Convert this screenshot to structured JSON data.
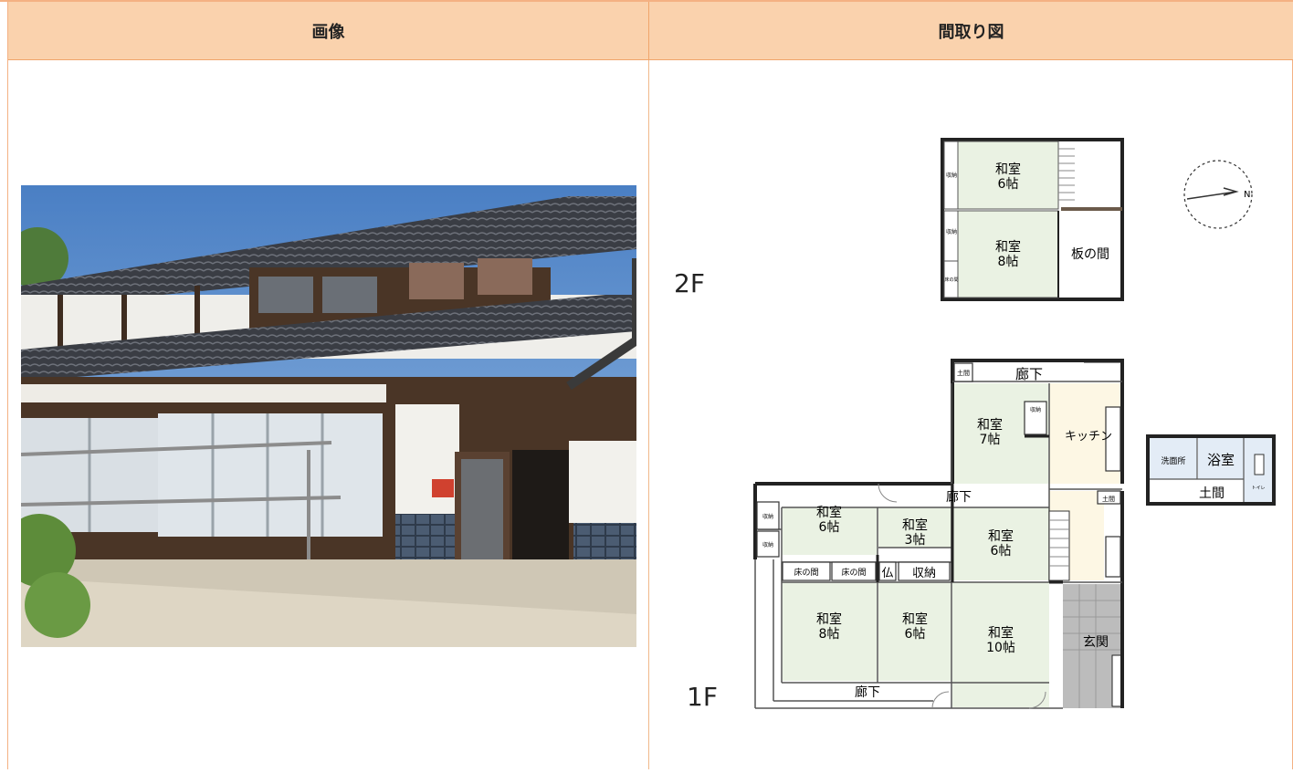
{
  "header": {
    "image_label": "画像",
    "floorplan_label": "間取り図"
  },
  "floorplan": {
    "floor2": {
      "label": "2F",
      "rooms": [
        {
          "name": "和室",
          "size": "6帖"
        },
        {
          "name": "和室",
          "size": "8帖"
        },
        {
          "name": "板の間"
        },
        {
          "name": "収納"
        },
        {
          "name": "収納"
        },
        {
          "name": "床の間"
        }
      ]
    },
    "floor1": {
      "label": "1F",
      "rooms": [
        {
          "name": "廊下"
        },
        {
          "name": "土間"
        },
        {
          "name": "収納"
        },
        {
          "name": "和室",
          "size": "7帖"
        },
        {
          "name": "キッチン"
        },
        {
          "name": "廊下"
        },
        {
          "name": "土間"
        },
        {
          "name": "収納"
        },
        {
          "name": "収納"
        },
        {
          "name": "和室",
          "size": "6帖"
        },
        {
          "name": "和室",
          "size": "3帖"
        },
        {
          "name": "和室",
          "size": "6帖"
        },
        {
          "name": "床の間"
        },
        {
          "name": "床の間"
        },
        {
          "name": "仏"
        },
        {
          "name": "収納"
        },
        {
          "name": "和室",
          "size": "8帖"
        },
        {
          "name": "和室",
          "size": "6帖"
        },
        {
          "name": "和室",
          "size": "10帖"
        },
        {
          "name": "玄関"
        },
        {
          "name": "廊下"
        }
      ]
    },
    "annex": {
      "rooms": [
        {
          "name": "洗面所"
        },
        {
          "name": "浴室"
        },
        {
          "name": "トイレ"
        },
        {
          "name": "土間"
        }
      ]
    },
    "compass_label": "N"
  },
  "colors": {
    "header_bg": "#fad2ad",
    "border": "#f0a56b",
    "tatami": "#eaf2e3",
    "kitchen": "#fdf7e4"
  }
}
